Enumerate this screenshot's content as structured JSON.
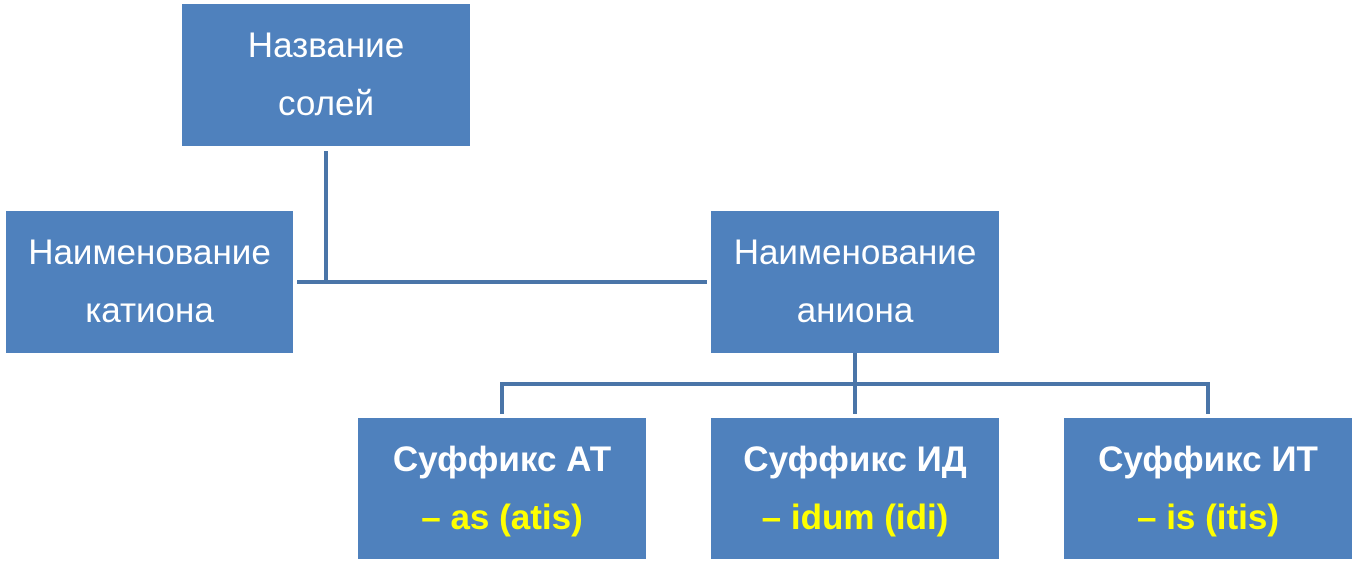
{
  "colors": {
    "box_fill": "#4f81bd",
    "box_text": "#ffffff",
    "suffix_text": "#ffff00",
    "connector": "#4a75a8"
  },
  "nodes": {
    "root": {
      "line1": "Название",
      "line2": "солей"
    },
    "cation": {
      "line1": "Наименование",
      "line2": "катиона"
    },
    "anion": {
      "line1": "Наименование",
      "line2": "аниона"
    },
    "suffix_at": {
      "line1": "Суффикс АТ",
      "line2": "– as (atis)"
    },
    "suffix_id": {
      "line1": "Суффикс ИД",
      "line2": "– idum (idi)"
    },
    "suffix_it": {
      "line1": "Суффикс ИТ",
      "line2": "– is (itis)"
    }
  }
}
